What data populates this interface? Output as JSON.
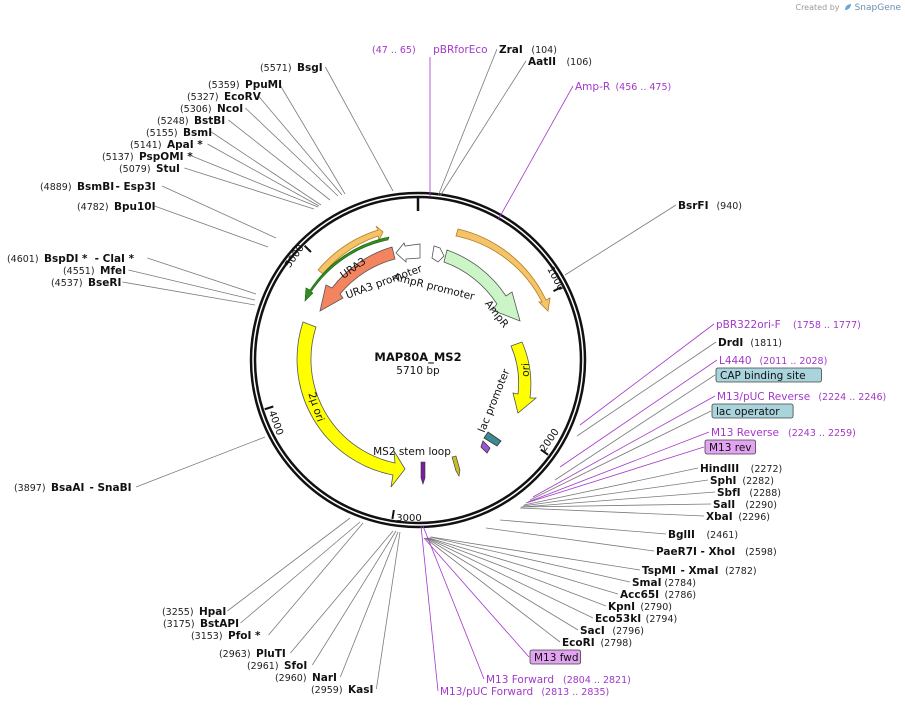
{
  "credit": {
    "prefix": "Created by",
    "brand": "SnapGene"
  },
  "plasmid": {
    "name": "MAP80A_MS2",
    "size_label": "5710 bp",
    "length": 5710
  },
  "ticks": [
    "1000",
    "2000",
    "3000",
    "4000",
    "5000"
  ],
  "features": [
    {
      "name": "URA3 promoter",
      "color": "#ffffff"
    },
    {
      "name": "AmpR promoter",
      "color": "#ffffff"
    },
    {
      "name": "AmpR",
      "color": "#ccf5c7"
    },
    {
      "name": "ori",
      "color": "#ffff00"
    },
    {
      "name": "lac promoter",
      "color": "#e8e8e8"
    },
    {
      "name": "MS2 stem loop",
      "color": "#8b2fc9"
    },
    {
      "name": "2μ ori",
      "color": "#ffff00"
    },
    {
      "name": "URA3",
      "color": "#f4845f"
    }
  ],
  "enzymes": [
    {
      "name": "ZraI",
      "pos": "(104)"
    },
    {
      "name": "AatII",
      "pos": "(106)"
    },
    {
      "name": "BsrFI",
      "pos": "(940)"
    },
    {
      "name": "DrdI",
      "pos": "(1811)"
    },
    {
      "name": "HindIII",
      "pos": "(2272)"
    },
    {
      "name": "SphI",
      "pos": "(2282)"
    },
    {
      "name": "SbfI",
      "pos": "(2288)"
    },
    {
      "name": "SalI",
      "pos": "(2290)"
    },
    {
      "name": "XbaI",
      "pos": "(2296)"
    },
    {
      "name": "BglII",
      "pos": "(2461)"
    },
    {
      "name": "PaeR7I",
      "name2": "XhoI",
      "pos": "(2598)"
    },
    {
      "name": "TspMI",
      "name2": "XmaI",
      "pos": "(2782)"
    },
    {
      "name": "SmaI",
      "pos": "(2784)"
    },
    {
      "name": "Acc65I",
      "pos": "(2786)"
    },
    {
      "name": "KpnI",
      "pos": "(2790)"
    },
    {
      "name": "Eco53kI",
      "pos": "(2794)"
    },
    {
      "name": "SacI",
      "pos": "(2796)"
    },
    {
      "name": "EcoRI",
      "pos": "(2798)"
    },
    {
      "name": "KasI",
      "pos": "(2959)",
      "pos_first": true
    },
    {
      "name": "NarI",
      "pos": "(2960)",
      "pos_first": true
    },
    {
      "name": "SfoI",
      "pos": "(2961)",
      "pos_first": true
    },
    {
      "name": "PluTI",
      "pos": "(2963)",
      "pos_first": true
    },
    {
      "name": "PfoI *",
      "pos": "(3153)",
      "pos_first": true
    },
    {
      "name": "BstAPI",
      "pos": "(3175)",
      "pos_first": true
    },
    {
      "name": "HpaI",
      "pos": "(3255)",
      "pos_first": true
    },
    {
      "name": "BsaAI",
      "name2": "SnaBI",
      "pos": "(3897)",
      "pos_first": true
    },
    {
      "name": "BseRI",
      "pos": "(4537)",
      "pos_first": true
    },
    {
      "name": "MfeI",
      "pos": "(4551)",
      "pos_first": true
    },
    {
      "name": "BspDI *",
      "name2": "ClaI *",
      "pos": "(4601)",
      "pos_first": true
    },
    {
      "name": "Bpu10I",
      "pos": "(4782)",
      "pos_first": true
    },
    {
      "name": "BsmBI",
      "name2": "Esp3I",
      "pos": "(4889)",
      "pos_first": true
    },
    {
      "name": "StuI",
      "pos": "(5079)",
      "pos_first": true
    },
    {
      "name": "PspOMI *",
      "pos": "(5137)",
      "pos_first": true
    },
    {
      "name": "ApaI *",
      "pos": "(5141)",
      "pos_first": true
    },
    {
      "name": "BsmI",
      "pos": "(5155)",
      "pos_first": true
    },
    {
      "name": "BstBI",
      "pos": "(5248)",
      "pos_first": true
    },
    {
      "name": "NcoI",
      "pos": "(5306)",
      "pos_first": true
    },
    {
      "name": "EcoRV",
      "pos": "(5327)",
      "pos_first": true
    },
    {
      "name": "PpuMI",
      "pos": "(5359)",
      "pos_first": true
    },
    {
      "name": "BsgI",
      "pos": "(5571)",
      "pos_first": true
    }
  ],
  "primers": [
    {
      "name": "pBRforEco",
      "range": "(47 .. 65)"
    },
    {
      "name": "Amp-R",
      "range": "(456 .. 475)"
    },
    {
      "name": "pBR322ori-F",
      "range": "(1758 .. 1777)"
    },
    {
      "name": "L4440",
      "range": "(2011 .. 2028)"
    },
    {
      "name": "M13/pUC Reverse",
      "range": "(2224 .. 2246)"
    },
    {
      "name": "M13 Reverse",
      "range": "(2243 .. 2259)"
    },
    {
      "name": "M13 Forward",
      "range": "(2804 .. 2821)"
    },
    {
      "name": "M13/pUC Forward",
      "range": "(2813 .. 2835)"
    }
  ],
  "boxed_features": [
    {
      "name": "CAP binding site",
      "color": "#a9d4dc"
    },
    {
      "name": "lac operator",
      "color": "#a9d4dc"
    },
    {
      "name": "M13 rev",
      "color": "#e2a3f0"
    },
    {
      "name": "M13 fwd",
      "color": "#e2a3f0"
    }
  ]
}
